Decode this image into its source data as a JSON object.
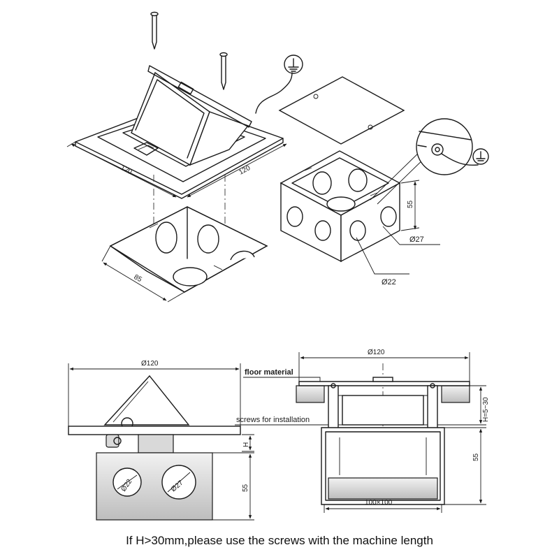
{
  "iso_top": {
    "dims": {
      "plate_width": "120",
      "plate_depth": "120",
      "box_width": "85",
      "box_height": "55"
    },
    "holes": {
      "large": "Ø27",
      "small": "Ø22"
    }
  },
  "front_view": {
    "dims": {
      "width": "Ø120",
      "height": "H",
      "box_height": "55"
    },
    "holes": {
      "left": "Ø22",
      "right": "Ø27"
    }
  },
  "side_view": {
    "dims": {
      "width": "Ø120",
      "h_range": "H=5~30",
      "box_height": "55",
      "bottom": "100×100"
    },
    "labels": {
      "floor": "floor material",
      "screws": "screws for installation"
    }
  },
  "footer": {
    "note": "If H>30mm,please use the screws with the machine length"
  }
}
